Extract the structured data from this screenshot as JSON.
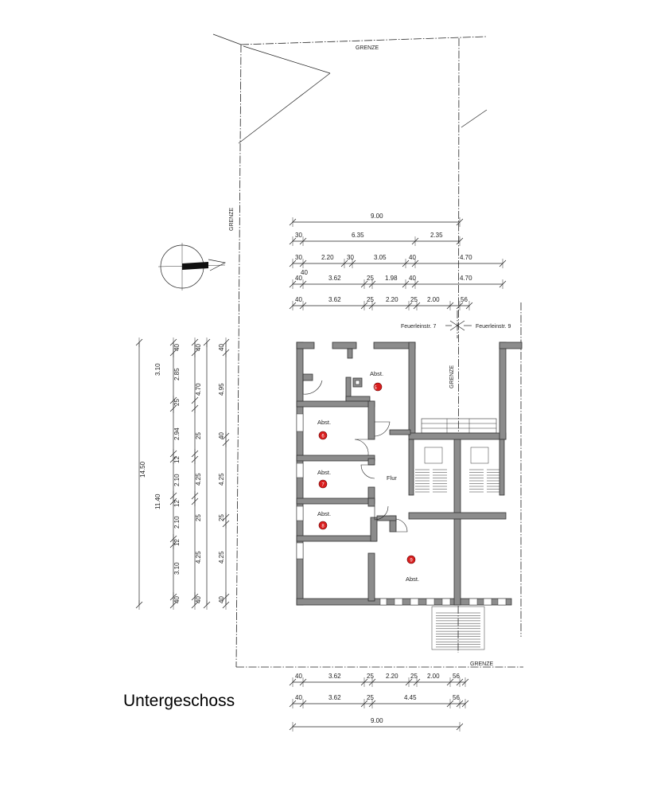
{
  "title": "Untergeschoss",
  "boundary_label": "GRENZE",
  "neighbors": {
    "left": "Feuerleinstr. 7",
    "right": "Feuerleinstr. 9"
  },
  "rooms": {
    "r5": {
      "label": "Abst.",
      "number": "5"
    },
    "r6": {
      "label": "Abst.",
      "number": "6"
    },
    "r7": {
      "label": "Abst.",
      "number": "7"
    },
    "r8": {
      "label": "Abst.",
      "number": "8"
    },
    "r9": {
      "label": "Abst.",
      "number": "9"
    },
    "flur": {
      "label": "Flur"
    }
  },
  "top_dims": {
    "row1": [
      "9.00"
    ],
    "row2": [
      "30",
      "6.35",
      "2.35"
    ],
    "row3": [
      "30",
      "2.20",
      "30",
      "3.05",
      "40",
      "4.70"
    ],
    "row3_extra": "40",
    "row4": [
      "40",
      "3.62",
      "25",
      "1.98",
      "40",
      "4.70"
    ],
    "row5": [
      "40",
      "3.62",
      "25",
      "2.20",
      "25",
      "2.00",
      "56"
    ]
  },
  "bottom_dims": {
    "row1": [
      "40",
      "3.62",
      "25",
      "2.20",
      "25",
      "2.00",
      "56"
    ],
    "row2": [
      "40",
      "3.62",
      "25",
      "4.45",
      "56"
    ],
    "row3": [
      "9.00"
    ]
  },
  "left_dims": {
    "col1": [
      "14.50"
    ],
    "col2": [
      "3.10",
      "11.40"
    ],
    "col3": [
      "40",
      "2.85",
      "25",
      "2.94",
      "12",
      "2.10",
      "12",
      "2.10",
      "12",
      "3.10",
      "40"
    ],
    "col4": [
      "40",
      "4.70",
      "25",
      "4.25",
      "25",
      "4.25",
      "40"
    ],
    "col5": [
      "40",
      "4.95",
      "40",
      "4.25",
      "25",
      "4.25",
      "40"
    ]
  }
}
